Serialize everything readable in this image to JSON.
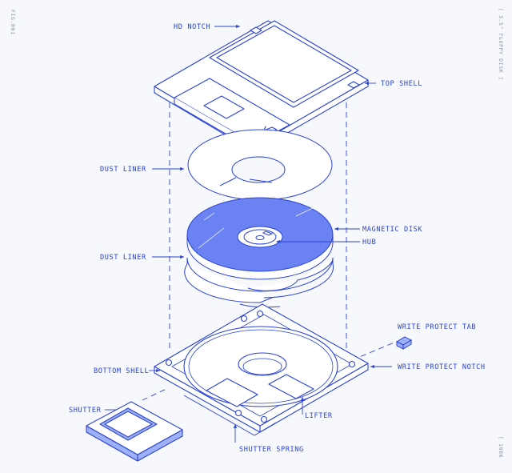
{
  "figure": {
    "fig_id": "FIG.001",
    "side_title": "[ 3.5\" FLOPPY DISK ]",
    "year": "[ 1986"
  },
  "labels": {
    "hd_notch": "HD NOTCH",
    "top_shell": "TOP SHELL",
    "dust_liner_top": "DUST LINER",
    "magnetic_disk": "MAGNETIC DISK",
    "hub": "HUB",
    "dust_liner_bottom": "DUST LINER",
    "write_protect_tab": "WRITE PROTECT TAB",
    "bottom_shell": "BOTTOM SHELL",
    "write_protect_notch": "WRITE PROTECT NOTCH",
    "shutter": "SHUTTER",
    "lifter": "LIFTER",
    "shutter_spring": "SHUTTER SPRING"
  },
  "colors": {
    "ink": "#2a43d6",
    "disk_fill": "#6b82f2",
    "paper": "#ffffff",
    "background": "#f7f8fb"
  }
}
